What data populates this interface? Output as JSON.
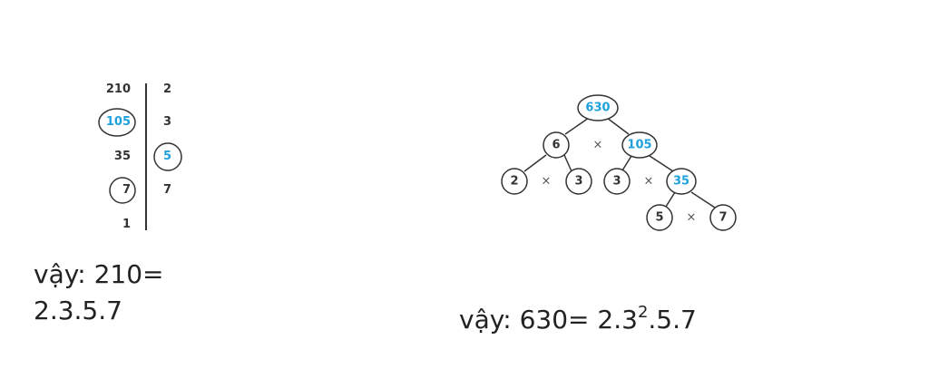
{
  "left_division": {
    "left_numbers": [
      "210",
      "105",
      "35",
      "7",
      "1"
    ],
    "right_divisors": [
      "2",
      "3",
      "5",
      "7"
    ],
    "highlight_color": "#1ea0dc"
  },
  "left_caption": {
    "line1": "vậy: 210=",
    "line2": "2.3.5.7"
  },
  "tree": {
    "root": "630",
    "level1": [
      "6",
      "×",
      "105"
    ],
    "level2": [
      "2",
      "×",
      "3",
      "3",
      "×",
      "35"
    ],
    "level3": [
      "5",
      "×",
      "7"
    ]
  },
  "right_caption": {
    "prefix": "vậy: 630= 2.3",
    "exponent": "2",
    "suffix": ".5.7"
  }
}
